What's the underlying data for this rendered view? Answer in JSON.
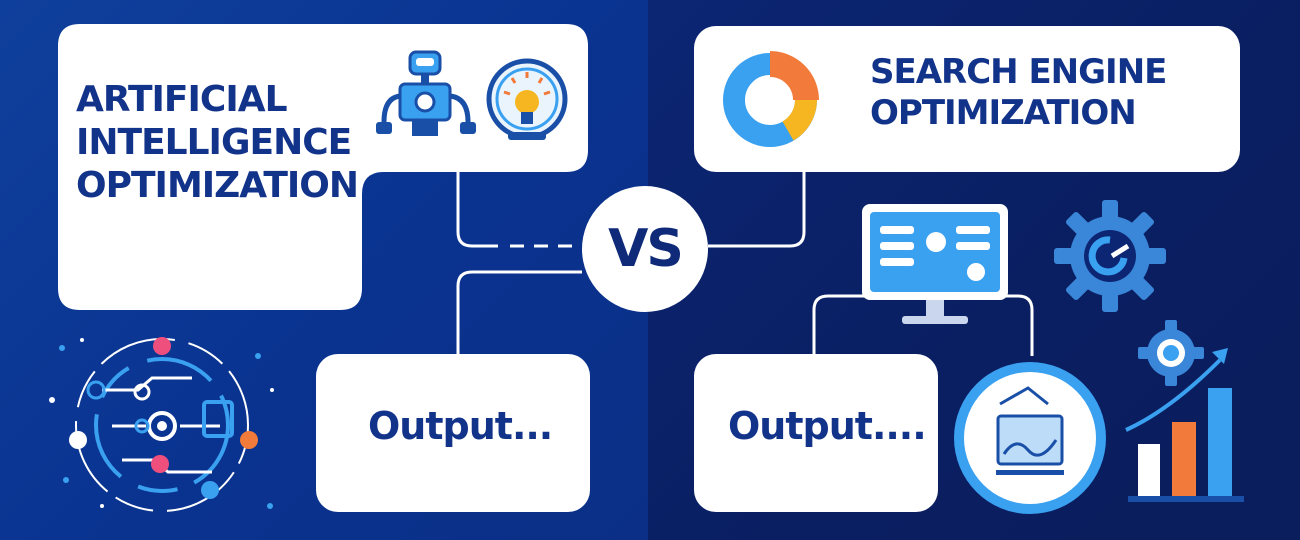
{
  "left": {
    "title_lines": [
      "ARTIFICIAL",
      "INTELLIGENCE",
      "OPTIMIZATION"
    ],
    "output_label": "Output..."
  },
  "center": {
    "vs_label": "VS"
  },
  "right": {
    "title_lines": [
      "SEARCH ENGINE",
      "OPTIMIZATION"
    ],
    "output_label": "Output...."
  },
  "icons": {
    "left_title": [
      "robot-icon",
      "lightbulb-icon"
    ],
    "left_art": "ai-circuit-icon",
    "right_title": "donut-chart-icon",
    "right_art": [
      "monitor-dashboard-icon",
      "gear-icon",
      "analytics-circle-icon",
      "growth-bar-chart-icon"
    ]
  },
  "colors": {
    "left_bg": "#0a3390",
    "right_bg": "#0a1f62",
    "text_navy": "#12338a",
    "accent_blue": "#3aa0f0",
    "accent_orange": "#f27a3b",
    "accent_yellow": "#f6b621",
    "accent_pink": "#ee4f7d"
  }
}
